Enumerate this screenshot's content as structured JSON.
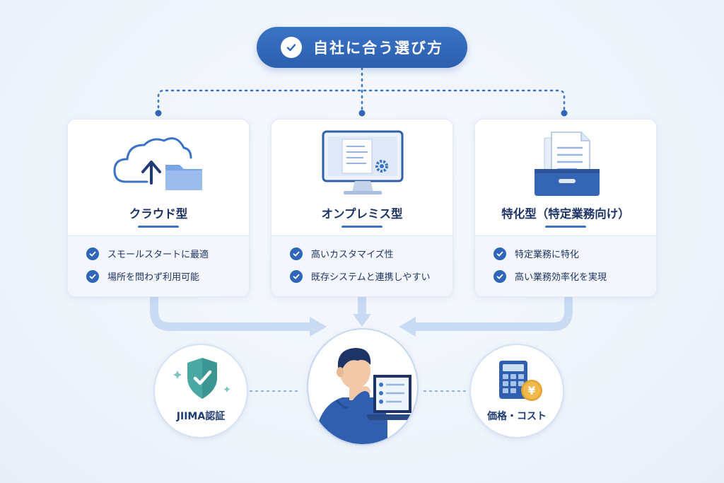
{
  "header": {
    "title": "自社に合う選び方",
    "icon": "check-circle-icon"
  },
  "cards": [
    {
      "title": "クラウド型",
      "icon": "cloud-upload-folder-icon",
      "features": [
        "スモールスタートに最適",
        "場所を問わず利用可能"
      ]
    },
    {
      "title": "オンプレミス型",
      "icon": "monitor-document-gear-icon",
      "features": [
        "高いカスタマイズ性",
        "既存システムと連携しやすい"
      ]
    },
    {
      "title": "特化型（特定業務向け）",
      "icon": "document-tray-icon",
      "features": [
        "特定業務に特化",
        "高い業務効率化を実現"
      ]
    }
  ],
  "center": {
    "icon": "person-with-laptop-icon"
  },
  "side_left": {
    "label": "JIIMA認証",
    "icon": "shield-check-icon"
  },
  "side_right": {
    "label": "価格・コスト",
    "icon": "calculator-yen-icon"
  },
  "colors": {
    "primary": "#2f66b8",
    "accent": "#3b74c7",
    "teal": "#4aa8a4",
    "gold": "#e0a531",
    "connector": "#c9dbf3"
  }
}
